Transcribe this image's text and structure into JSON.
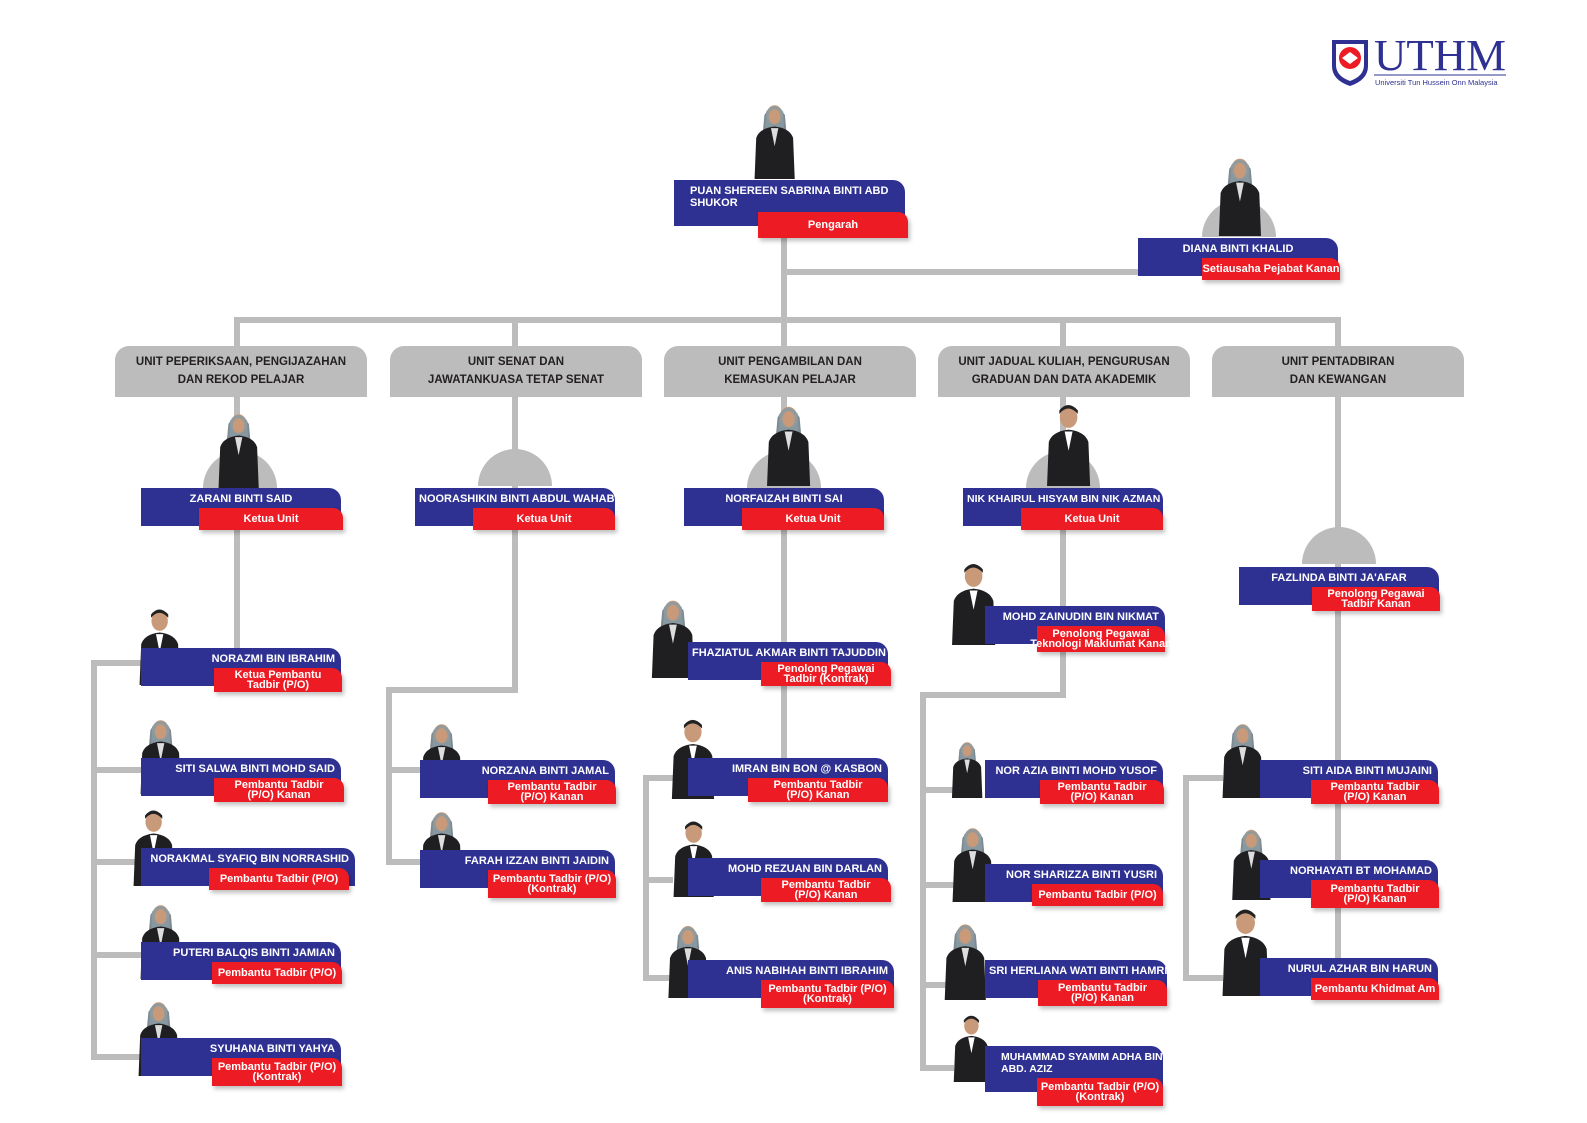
{
  "logo": {
    "text": "UTHM",
    "subtitle": "Universiti Tun Hussein Onn Malaysia"
  },
  "colors": {
    "navy": "#2e3192",
    "red": "#ed1c24",
    "gray": "#bcbcbd"
  },
  "units": [
    {
      "line1": "UNIT PEPERIKSAAN, PENGIJAZAHAN",
      "line2": "DAN REKOD PELAJAR"
    },
    {
      "line1": "UNIT SENAT DAN",
      "line2": "JAWATANKUASA TETAP SENAT"
    },
    {
      "line1": "UNIT PENGAMBILAN DAN",
      "line2": "KEMASUKAN PELAJAR"
    },
    {
      "line1": "UNIT JADUAL KULIAH, PENGURUSAN",
      "line2": "GRADUAN DAN DATA AKADEMIK"
    },
    {
      "line1": "UNIT PENTADBIRAN",
      "line2": "DAN KEWANGAN"
    }
  ],
  "people": [
    {
      "name": "PUAN SHEREEN SABRINA BINTI ABD\nSHUKOR",
      "title": "Pengarah"
    },
    {
      "name": "DIANA BINTI KHALID",
      "title": "Setiausaha Pejabat Kanan"
    },
    {
      "name": "ZARANI BINTI SAID",
      "title": "Ketua Unit"
    },
    {
      "name": "NOORASHIKIN BINTI ABDUL WAHAB",
      "title": "Ketua Unit"
    },
    {
      "name": "NORFAIZAH BINTI SAI",
      "title": "Ketua Unit"
    },
    {
      "name": "NIK KHAIRUL HISYAM BIN NIK AZMAN",
      "title": "Ketua Unit"
    },
    {
      "name": "FAZLINDA BINTI JA'AFAR",
      "title": "Penolong Pegawai\nTadbir Kanan"
    },
    {
      "name": "NORAZMI BIN IBRAHIM",
      "title": "Ketua Pembantu\nTadbir (P/O)"
    },
    {
      "name": "SITI SALWA BINTI MOHD SAID",
      "title": "Pembantu Tadbir\n(P/O) Kanan"
    },
    {
      "name": "NORAKMAL SYAFIQ BIN NORRASHID",
      "title": "Pembantu Tadbir (P/O)"
    },
    {
      "name": "PUTERI BALQIS BINTI JAMIAN",
      "title": "Pembantu Tadbir (P/O)"
    },
    {
      "name": "SYUHANA BINTI YAHYA",
      "title": "Pembantu Tadbir (P/O)\n(Kontrak)"
    },
    {
      "name": "NORZANA BINTI JAMAL",
      "title": "Pembantu Tadbir\n(P/O) Kanan"
    },
    {
      "name": "FARAH IZZAN BINTI JAIDIN",
      "title": "Pembantu Tadbir (P/O)\n(Kontrak)"
    },
    {
      "name": "FHAZIATUL AKMAR BINTI TAJUDDIN",
      "title": "Penolong Pegawai\nTadbir (Kontrak)"
    },
    {
      "name": "IMRAN BIN BON @ KASBON",
      "title": "Pembantu Tadbir\n(P/O) Kanan"
    },
    {
      "name": "MOHD REZUAN BIN DARLAN",
      "title": "Pembantu Tadbir\n(P/O) Kanan"
    },
    {
      "name": "ANIS NABIHAH BINTI IBRAHIM",
      "title": "Pembantu Tadbir (P/O)\n(Kontrak)"
    },
    {
      "name": "MOHD ZAINUDIN BIN NIKMAT",
      "title": "Penolong Pegawai\nTeknologi Maklumat Kanan"
    },
    {
      "name": "NOR AZIA BINTI MOHD YUSOF",
      "title": "Pembantu Tadbir\n(P/O) Kanan"
    },
    {
      "name": "NOR SHARIZZA BINTI YUSRI",
      "title": "Pembantu Tadbir (P/O)"
    },
    {
      "name": "SRI HERLIANA WATI BINTI HAMRI",
      "title": "Pembantu Tadbir\n(P/O) Kanan"
    },
    {
      "name": "MUHAMMAD SYAMIM ADHA BIN\nABD. AZIZ",
      "title": "Pembantu Tadbir (P/O)\n(Kontrak)"
    },
    {
      "name": "SITI AIDA BINTI MUJAINI",
      "title": "Pembantu Tadbir\n(P/O) Kanan"
    },
    {
      "name": "NORHAYATI BT MOHAMAD",
      "title": "Pembantu Tadbir\n(P/O) Kanan"
    },
    {
      "name": "NURUL AZHAR BIN HARUN",
      "title": "Pembantu Khidmat Am"
    }
  ]
}
